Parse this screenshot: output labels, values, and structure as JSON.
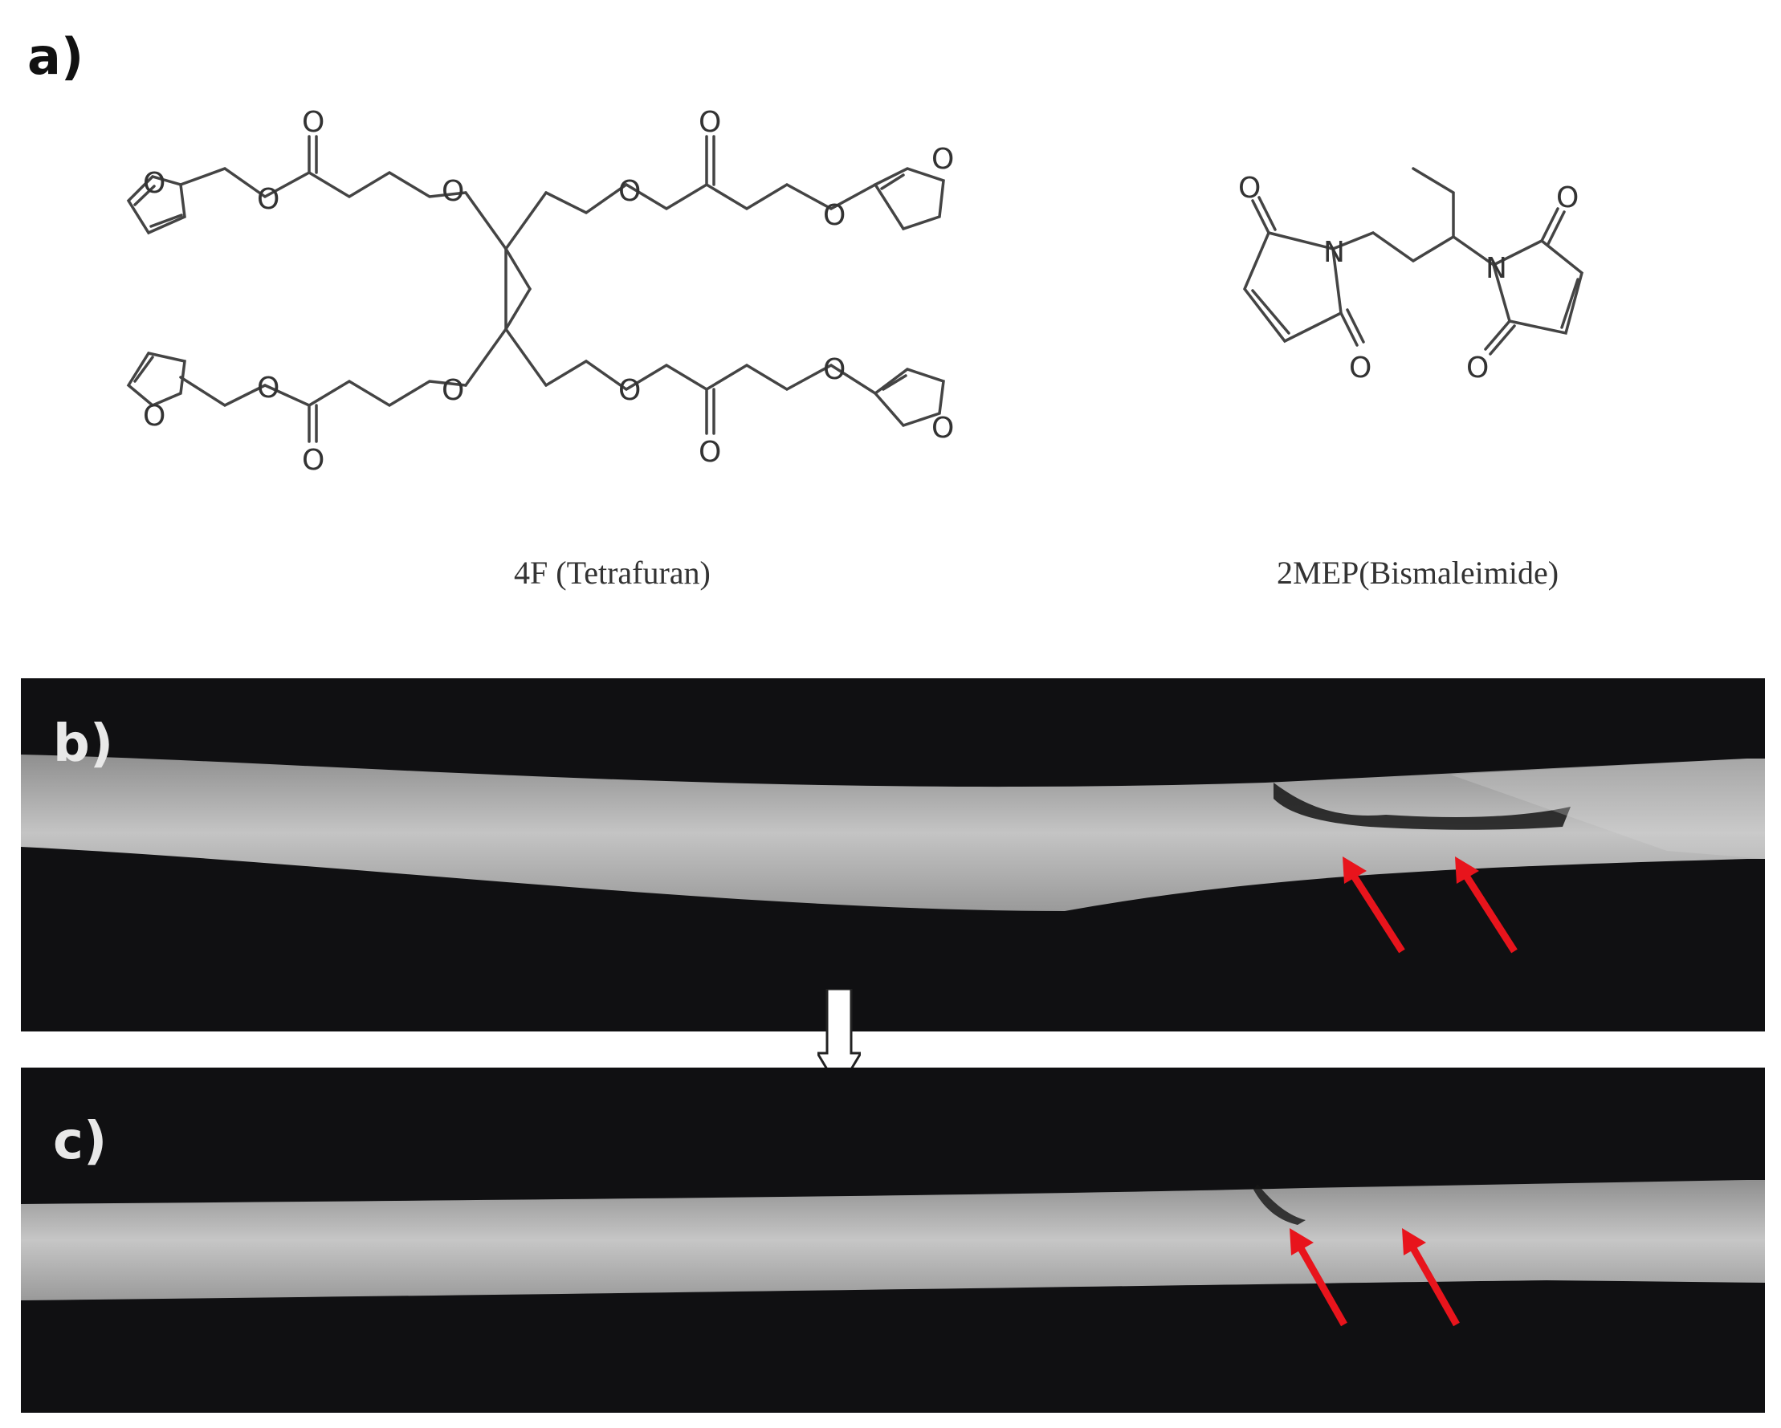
{
  "panel_a": {
    "label": "a)",
    "molecule_left": {
      "caption": "4F (Tetrafuran)",
      "atom_label": "O"
    },
    "molecule_right": {
      "caption": "2MEP(Bismaleimide)",
      "atom_O": "O",
      "atom_N": "N"
    }
  },
  "panel_b": {
    "label": "b)",
    "arrow_color": "#e8141c"
  },
  "panel_c": {
    "label": "c)",
    "arrow_color": "#e8141c"
  },
  "colors": {
    "background": "#101012",
    "fiber": "#bdbdbd"
  }
}
